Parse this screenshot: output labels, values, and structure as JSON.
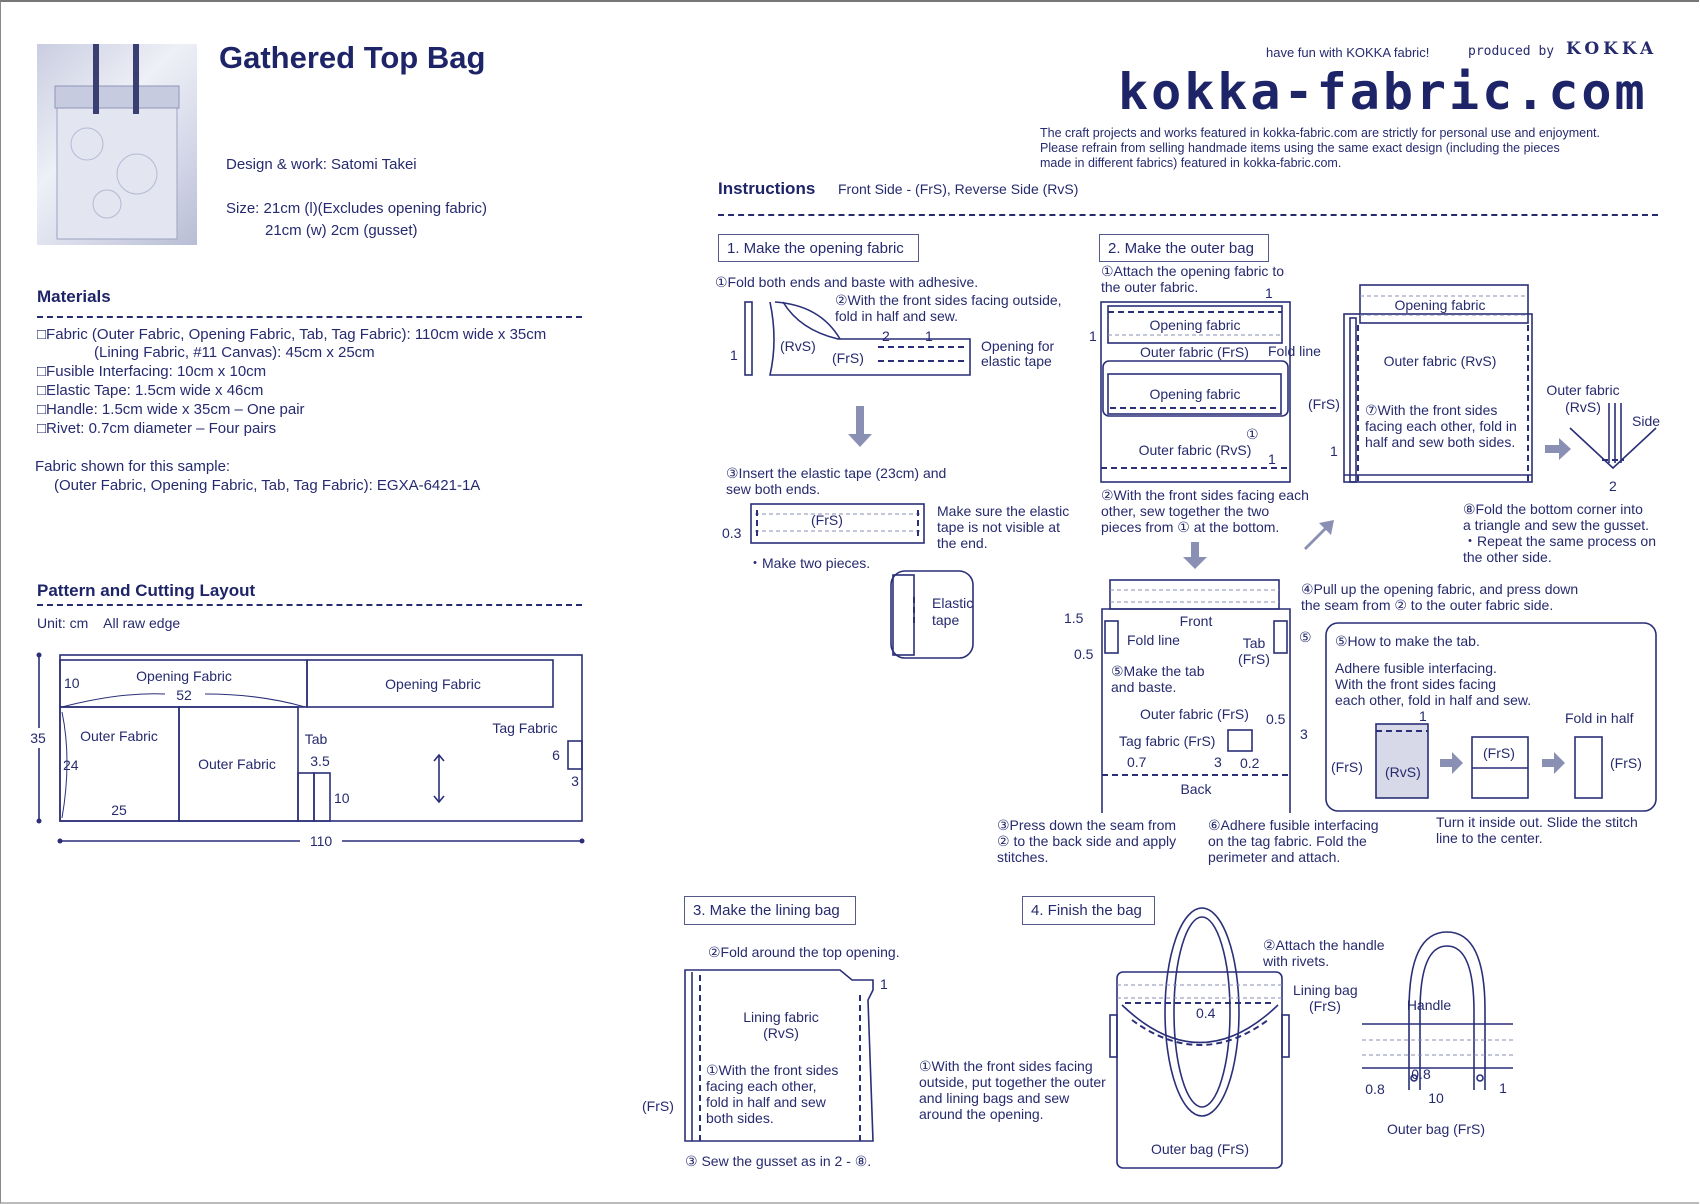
{
  "header": {
    "title": "Gathered Top Bag",
    "designer": "Design & work: Satomi Takei",
    "size_line1": "Size: 21cm (l)(Excludes opening fabric)",
    "size_line2": "21cm (w)  2cm (gusset)",
    "tagline": "have fun with KOKKA fabric!",
    "produced_by": "produced by",
    "brand": "KOKKA",
    "logo": "kokka-fabric.com",
    "disclaimer": [
      "The craft projects and works featured in kokka-fabric.com are strictly for personal use and enjoyment.",
      "Please refrain from selling handmade items using the same exact design (including the pieces",
      "made in different fabrics) featured in kokka-fabric.com."
    ]
  },
  "materials": {
    "heading": "Materials",
    "items": [
      "□Fabric (Outer Fabric, Opening Fabric, Tab, Tag Fabric): 110cm wide x 35cm",
      "(Lining Fabric, #11 Canvas): 45cm x 25cm",
      "□Fusible Interfacing: 10cm x 10cm",
      "□Elastic Tape: 1.5cm wide x 46cm",
      "□Handle: 1.5cm wide x 35cm – One pair",
      "□Rivet: 0.7cm diameter – Four pairs"
    ],
    "sample_label": "Fabric shown for this sample:",
    "sample_value": "(Outer Fabric, Opening Fabric, Tab, Tag Fabric): EGXA-6421-1A"
  },
  "layout": {
    "heading": "Pattern and Cutting Layout",
    "unit": "Unit: cm    All raw edge",
    "labels": {
      "opening1": "Opening Fabric",
      "opening2": "Opening Fabric",
      "outer1": "Outer Fabric",
      "outer2": "Outer Fabric",
      "tab": "Tab",
      "tag": "Tag Fabric",
      "d10a": "10",
      "d52": "52",
      "d24": "24",
      "d25": "25",
      "d35": "35",
      "d35tab": "3.5",
      "d10b": "10",
      "d6": "6",
      "d3": "3",
      "d110": "110"
    }
  },
  "instructions": {
    "heading": "Instructions",
    "legend": "Front Side - (FrS), Reverse Side (RvS)",
    "step1": {
      "title": "1. Make the opening fabric",
      "a": "①Fold both ends and baste with adhesive.",
      "b1": "②With the front sides facing outside,",
      "b2": "fold in half and sew.",
      "rvs": "(RvS)",
      "frs": "(FrS)",
      "n1a": "1",
      "n2": "2",
      "n1b": "1",
      "opening1": "Opening for",
      "opening2": "elastic tape",
      "c1": "③Insert the elastic tape (23cm) and",
      "c2": "sew both ends.",
      "tape_frs": "(FrS)",
      "d03": "0.3",
      "note1": "Make sure the elastic",
      "note2": "tape is not visible at",
      "note3": "the end.",
      "two": "・Make two pieces.",
      "elastic1": "Elastic",
      "elastic2": "tape"
    },
    "step2": {
      "title": "2. Make the outer bag",
      "a1": "①Attach the opening fabric to",
      "a2": "the outer fabric.",
      "opening_a": "Opening fabric",
      "opening_b": "Opening fabric",
      "opening_c": "Opening fabric",
      "outer_frs": "Outer fabric (FrS)",
      "fold_line": "Fold line",
      "circ1": "①",
      "outer_rvs": "Outer fabric (RvS)",
      "n1a": "1",
      "n1b": "1",
      "n1c": "1",
      "b1": "②With the front sides facing each",
      "b2": "other, sew together the two",
      "b3": "pieces from ① at the bottom.",
      "right_outer_rvs": "Outer fabric (RvS)",
      "right_frs": "(FrS)",
      "g1": "⑦With the front sides",
      "g2": "facing each other, fold in",
      "g3": "half and sew both sides.",
      "n1d": "1",
      "tri_outer1": "Outer fabric",
      "tri_outer2": "(RvS)",
      "side": "Side",
      "n2": "2",
      "h1": "⑧Fold the bottom corner into",
      "h2": "a triangle and sew the gusset.",
      "h3": "・Repeat the same process on",
      "h4": "the other side.",
      "front": "Front",
      "d15": "1.5",
      "d05a": "0.5",
      "fold_line2": "Fold line",
      "e1": "⑤Make the tab",
      "e2": "and baste.",
      "tab1": "Tab",
      "tab2": "(FrS)",
      "circ5": "⑤",
      "outer_frs2": "Outer fabric (FrS)",
      "d05b": "0.5",
      "tag": "Tag fabric (FrS)",
      "d3a": "3",
      "d07": "0.7",
      "d3b": "3",
      "d02": "0.2",
      "back": "Back",
      "c1": "③Press down the seam from",
      "c2": "② to the back side and apply",
      "c3": "stitches.",
      "f1": "⑥Adhere fusible interfacing",
      "f2": "on the tag fabric. Fold the",
      "f3": "perimeter and attach.",
      "d1": "④Pull up the opening fabric, and press down",
      "d2": "the seam from ② to the outer fabric side.",
      "tabbox": {
        "title": "⑤How to make the tab.",
        "l1": "Adhere fusible interfacing.",
        "l2": "With the front sides facing",
        "l3": "each other, fold in half and sew.",
        "n1": "1",
        "frs1": "(FrS)",
        "rvs": "(RvS)",
        "frs2": "(FrS)",
        "fold": "Fold in half",
        "frs3": "(FrS)",
        "turn1": "Turn it inside out. Slide the stitch",
        "turn2": "line to the center."
      }
    },
    "step3": {
      "title": "3. Make the lining bag",
      "b": "②Fold around the top opening.",
      "n1": "1",
      "lining1": "Lining fabric",
      "lining2": "(RvS)",
      "a1": "①With the front sides",
      "a2": "facing each other,",
      "a3": "fold in half and sew",
      "a4": "both sides.",
      "frs": "(FrS)",
      "c": "③ Sew the gusset as in 2 - ⑧."
    },
    "step4": {
      "title": "4. Finish the bag",
      "b1": "②Attach the handle",
      "b2": "with rivets.",
      "lining1": "Lining bag",
      "lining2": "(FrS)",
      "d04": "0.4",
      "a1": "①With the front sides facing",
      "a2": "outside, put together the outer",
      "a3": "and lining bags and sew",
      "a4": "around the opening.",
      "outer": "Outer bag (FrS)",
      "handle": "Handle",
      "d08a": "0.8",
      "d08b": "0.8",
      "d10": "10",
      "d1": "1",
      "outer2": "Outer bag (FrS)"
    }
  }
}
